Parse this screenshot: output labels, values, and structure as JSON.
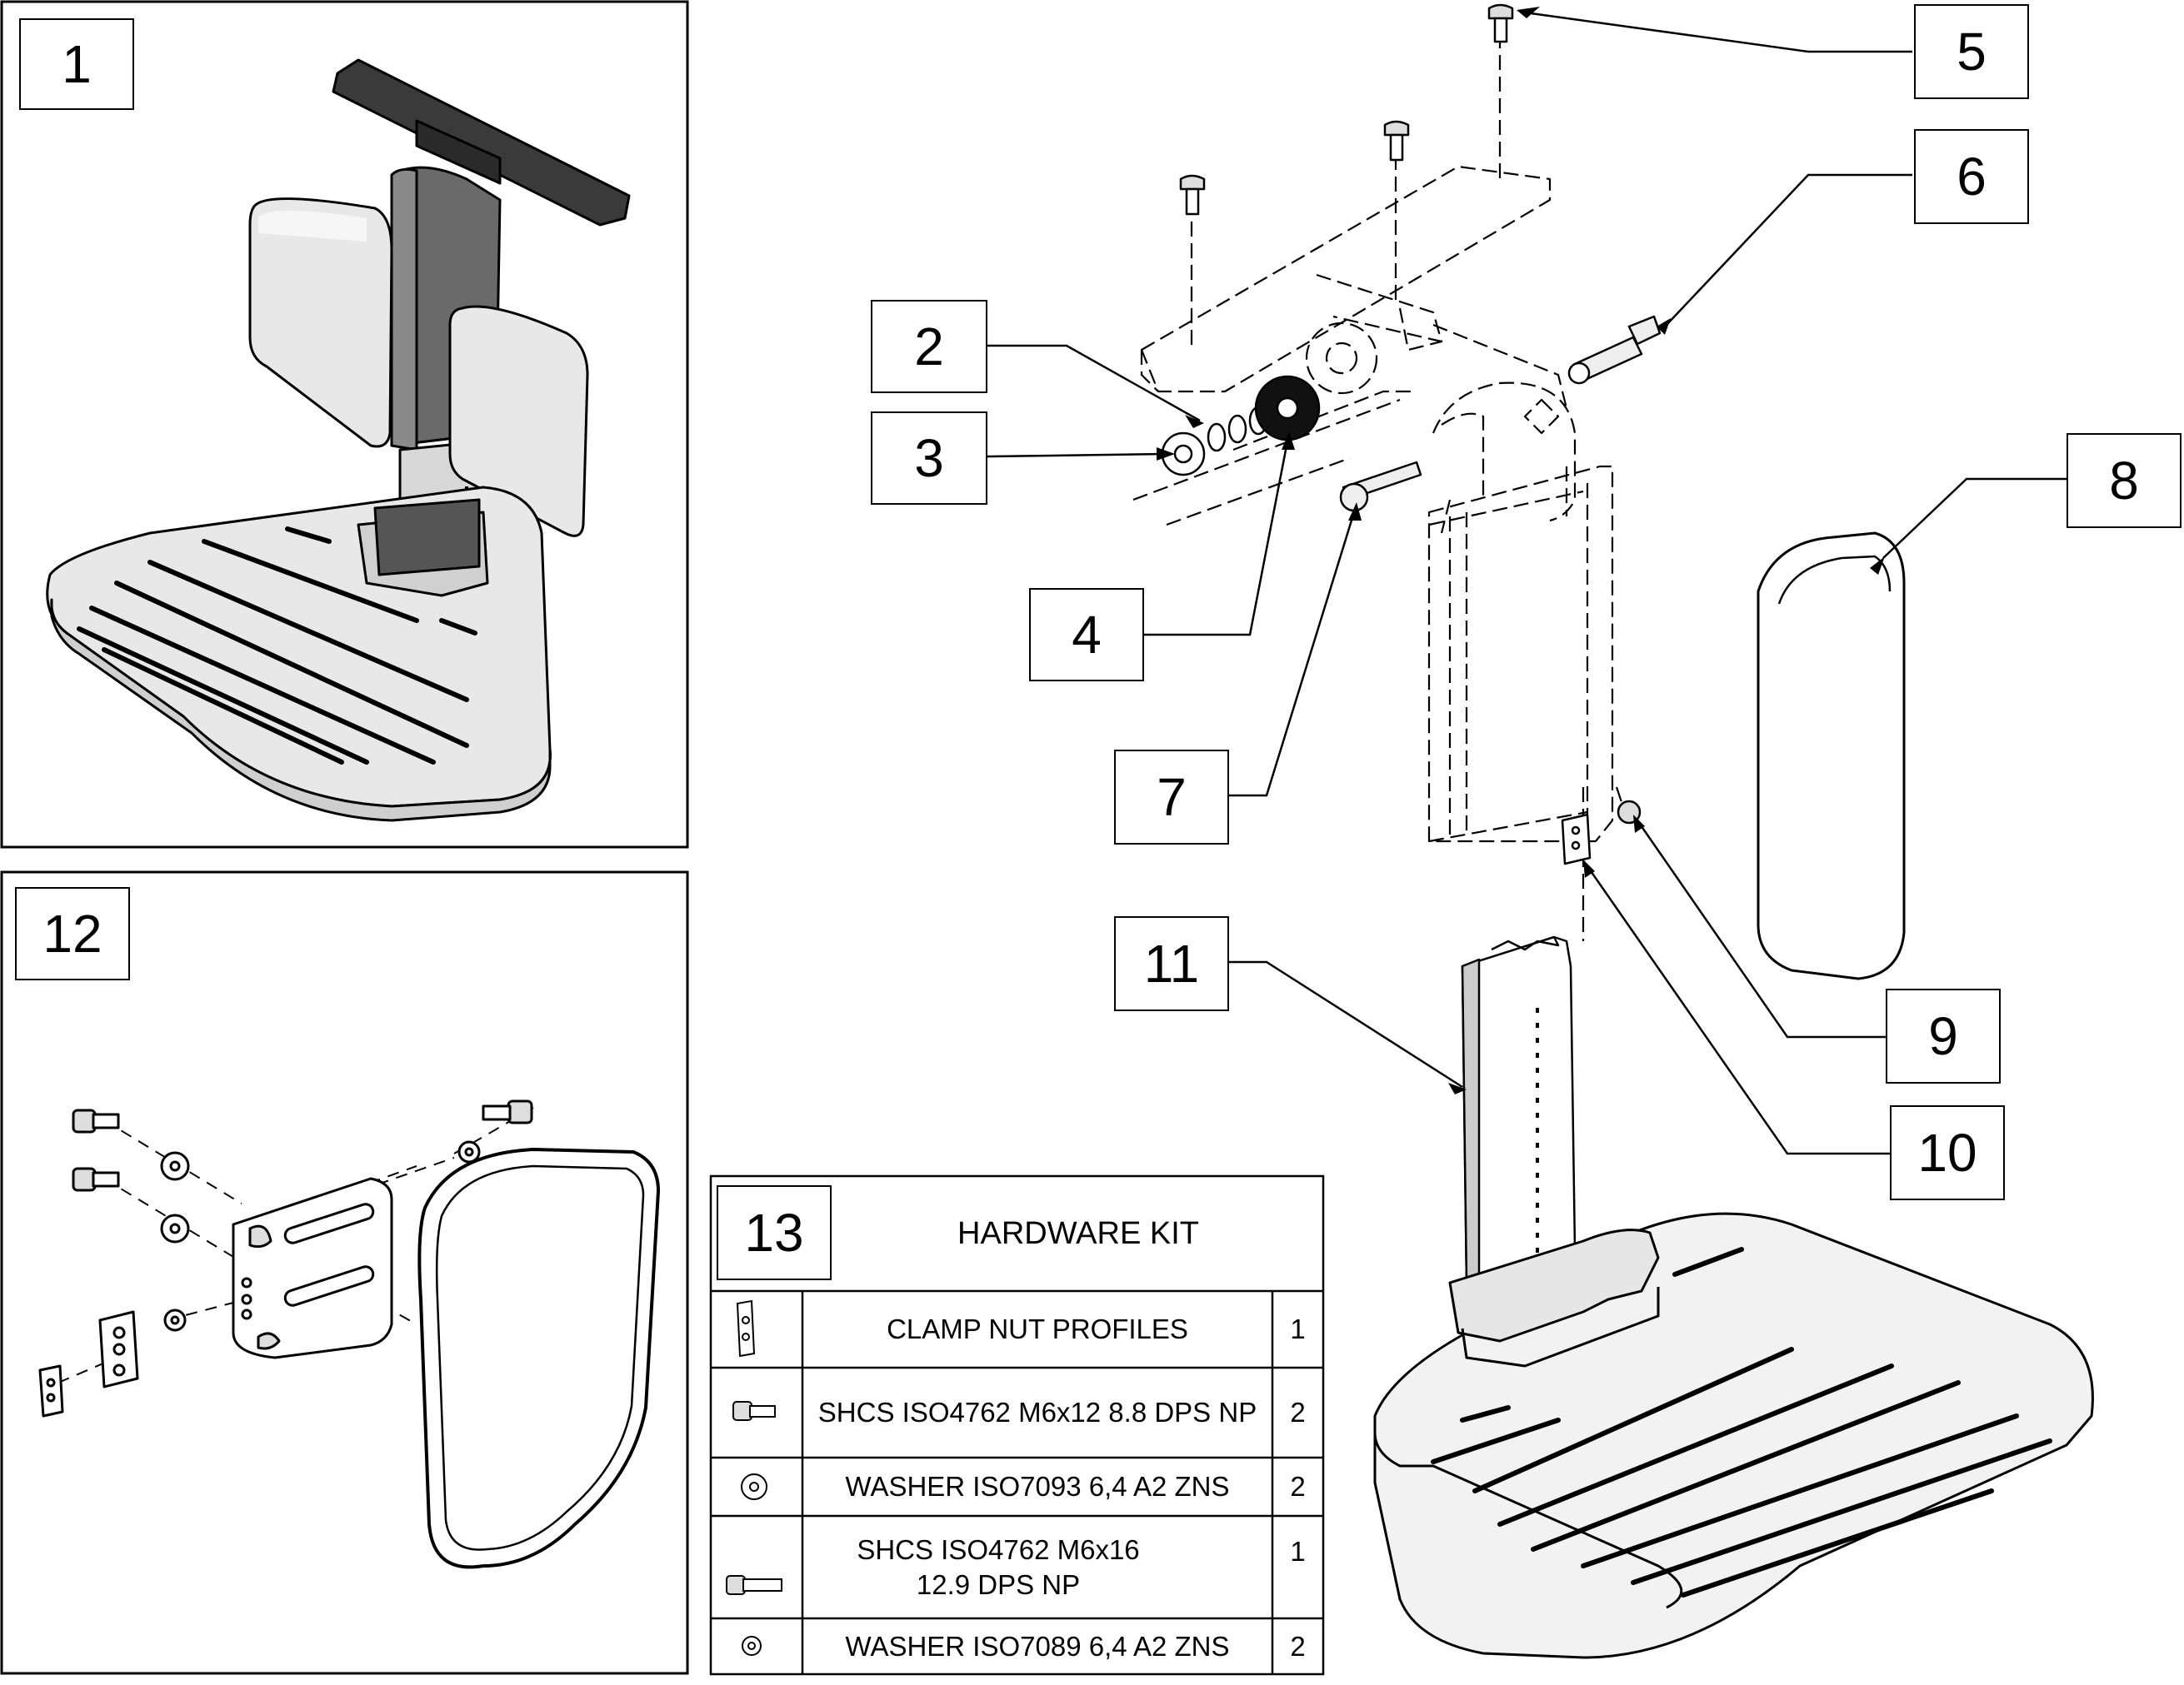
{
  "callouts": {
    "c1": "1",
    "c2": "2",
    "c3": "3",
    "c4": "4",
    "c5": "5",
    "c6": "6",
    "c7": "7",
    "c8": "8",
    "c9": "9",
    "c10": "10",
    "c11": "11",
    "c12": "12",
    "c13": "13"
  },
  "hardware_kit": {
    "title": "HARDWARE KIT",
    "rows": [
      {
        "icon": "clamp-nut-icon",
        "description": "CLAMP NUT PROFILES",
        "qty": "1"
      },
      {
        "icon": "socket-screw-short-icon",
        "description": "SHCS ISO4762  M6x12 8.8 DPS NP",
        "qty": "2"
      },
      {
        "icon": "washer-icon",
        "description": "WASHER ISO7093  6,4 A2 ZNS",
        "qty": "2"
      },
      {
        "icon": "socket-screw-long-icon",
        "description": "SHCS ISO4762  M6x16\n12.9 DPS NP",
        "qty": "1"
      },
      {
        "icon": "small-washer-icon",
        "description": "WASHER ISO7089  6,4 A2 ZNS",
        "qty": "2"
      }
    ]
  },
  "colors": {
    "line": "#000000",
    "panel": "#e8e8e8",
    "dark_part": "#555555",
    "bracket": "#3a3a3a"
  }
}
